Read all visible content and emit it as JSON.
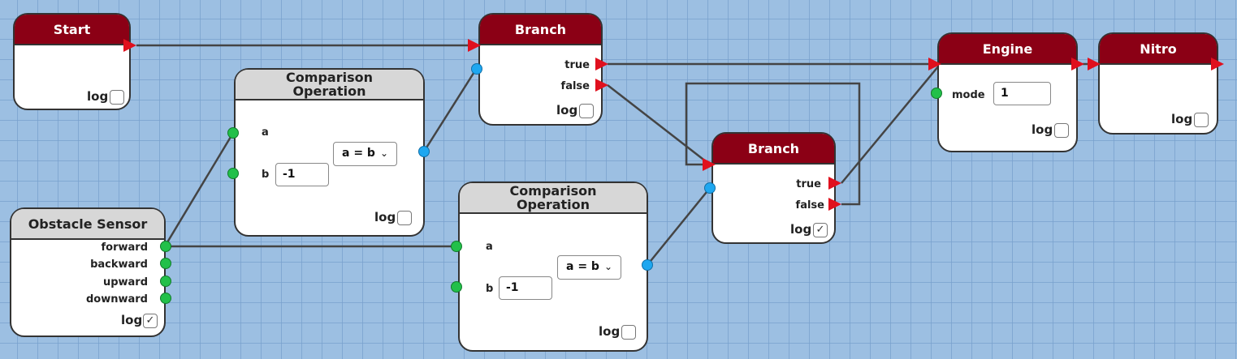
{
  "nodes": {
    "start": {
      "title": "Start",
      "log_label": "log",
      "log_checked": ""
    },
    "obstacle_sensor": {
      "title": "Obstacle Sensor",
      "outputs": [
        "forward",
        "backward",
        "upward",
        "downward"
      ],
      "log_label": "log",
      "log_checked": "✓"
    },
    "comparison_1": {
      "title_line1": "Comparison",
      "title_line2": "Operation",
      "input_a": "a",
      "input_b": "b",
      "b_value": "-1",
      "operator": "a = b",
      "log_label": "log",
      "log_checked": ""
    },
    "comparison_2": {
      "title_line1": "Comparison",
      "title_line2": "Operation",
      "input_a": "a",
      "input_b": "b",
      "b_value": "-1",
      "operator": "a = b",
      "log_label": "log",
      "log_checked": ""
    },
    "branch_1": {
      "title": "Branch",
      "out_true": "true",
      "out_false": "false",
      "log_label": "log",
      "log_checked": ""
    },
    "branch_2": {
      "title": "Branch",
      "out_true": "true",
      "out_false": "false",
      "log_label": "log",
      "log_checked": "✓"
    },
    "engine": {
      "title": "Engine",
      "mode_label": "mode",
      "mode_value": "1",
      "log_label": "log",
      "log_checked": ""
    },
    "nitro": {
      "title": "Nitro",
      "log_label": "log",
      "log_checked": ""
    }
  },
  "colors": {
    "header_red": "#8b0015",
    "header_gray": "#d7d7d7",
    "port_green": "#22c04a",
    "port_blue": "#1ea7f0",
    "flow_arrow": "#e0101e",
    "wire": "#444444"
  },
  "icons": {
    "dropdown": "chevron-down-icon",
    "checkbox_checked": "check-icon"
  }
}
